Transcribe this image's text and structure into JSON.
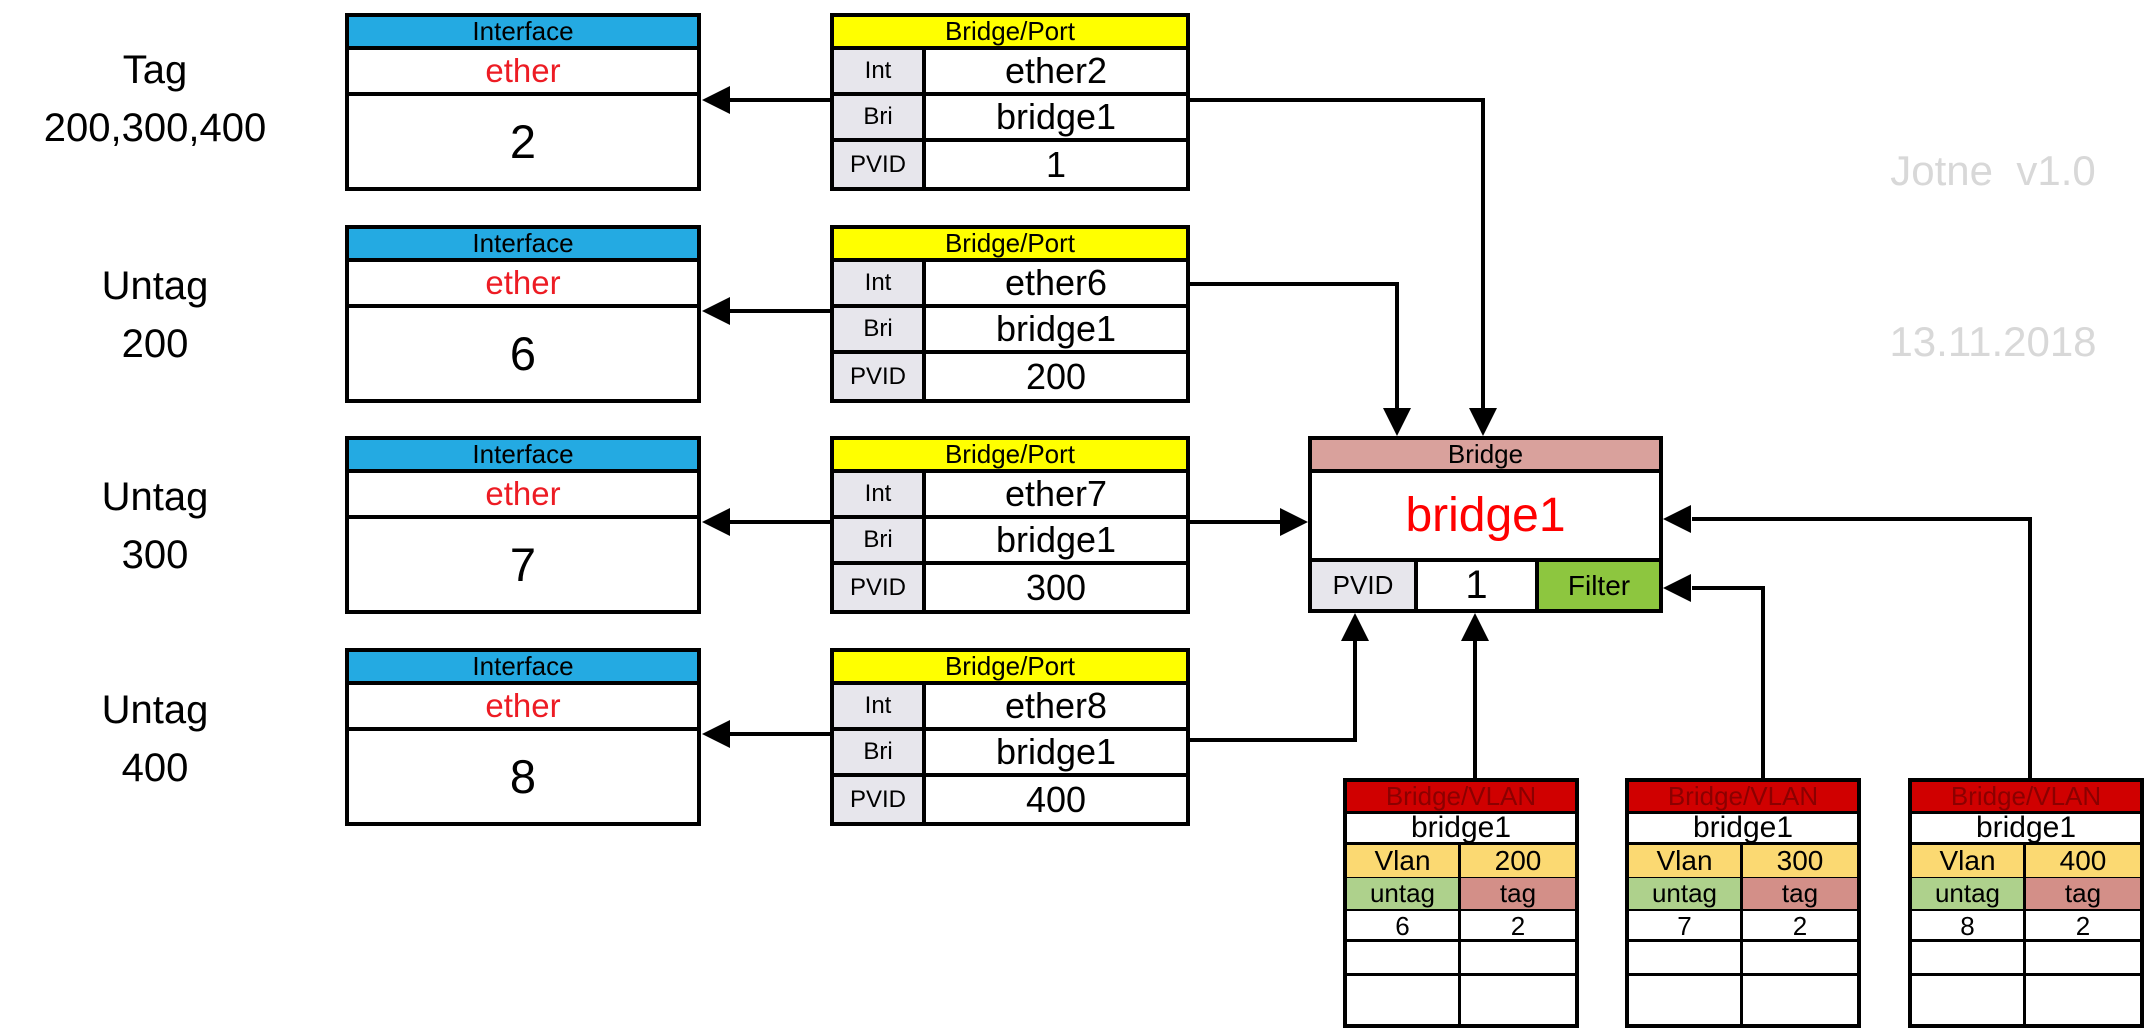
{
  "watermark": {
    "line1": "Jotne  v1.0",
    "line2": "13.11.2018"
  },
  "rows": [
    {
      "label_line1": "Tag",
      "label_line2": "200,300,400",
      "interface": {
        "header": "Interface",
        "type": "ether",
        "number": "2"
      },
      "bridge_port": {
        "header": "Bridge/Port",
        "int_label": "Int",
        "int_value": "ether2",
        "bri_label": "Bri",
        "bri_value": "bridge1",
        "pvid_label": "PVID",
        "pvid_value": "1"
      }
    },
    {
      "label_line1": "Untag",
      "label_line2": "200",
      "interface": {
        "header": "Interface",
        "type": "ether",
        "number": "6"
      },
      "bridge_port": {
        "header": "Bridge/Port",
        "int_label": "Int",
        "int_value": "ether6",
        "bri_label": "Bri",
        "bri_value": "bridge1",
        "pvid_label": "PVID",
        "pvid_value": "200"
      }
    },
    {
      "label_line1": "Untag",
      "label_line2": "300",
      "interface": {
        "header": "Interface",
        "type": "ether",
        "number": "7"
      },
      "bridge_port": {
        "header": "Bridge/Port",
        "int_label": "Int",
        "int_value": "ether7",
        "bri_label": "Bri",
        "bri_value": "bridge1",
        "pvid_label": "PVID",
        "pvid_value": "300"
      }
    },
    {
      "label_line1": "Untag",
      "label_line2": "400",
      "interface": {
        "header": "Interface",
        "type": "ether",
        "number": "8"
      },
      "bridge_port": {
        "header": "Bridge/Port",
        "int_label": "Int",
        "int_value": "ether8",
        "bri_label": "Bri",
        "bri_value": "bridge1",
        "pvid_label": "PVID",
        "pvid_value": "400"
      }
    }
  ],
  "bridge": {
    "header": "Bridge",
    "name": "bridge1",
    "pvid_label": "PVID",
    "pvid_value": "1",
    "filter_label": "Filter"
  },
  "vlan_tables": [
    {
      "header": "Bridge/VLAN",
      "bridge": "bridge1",
      "vlan_label": "Vlan",
      "vlan_value": "200",
      "untag_label": "untag",
      "tag_label": "tag",
      "untag_value": "6",
      "tag_value": "2"
    },
    {
      "header": "Bridge/VLAN",
      "bridge": "bridge1",
      "vlan_label": "Vlan",
      "vlan_value": "300",
      "untag_label": "untag",
      "tag_label": "tag",
      "untag_value": "7",
      "tag_value": "2"
    },
    {
      "header": "Bridge/VLAN",
      "bridge": "bridge1",
      "vlan_label": "Vlan",
      "vlan_value": "400",
      "untag_label": "untag",
      "tag_label": "tag",
      "untag_value": "8",
      "tag_value": "2"
    }
  ],
  "colors": {
    "interface_header": "#24aae2",
    "port_header": "#ffff00",
    "bridge_header": "#d9a19c",
    "filter_bg": "#8dc63f",
    "vlan_header_bg": "#d00000",
    "vlan_header_text": "#8b0000",
    "vlan_row_bg": "#fbd972",
    "untag_bg": "#aed18c",
    "tag_bg": "#d38f88",
    "label_cell_bg": "#e7e6ec",
    "red_text": "#ed1c24",
    "bridge_name_text": "#ff0000",
    "watermark_text": "#d8d8d8",
    "line_color": "#000000"
  }
}
